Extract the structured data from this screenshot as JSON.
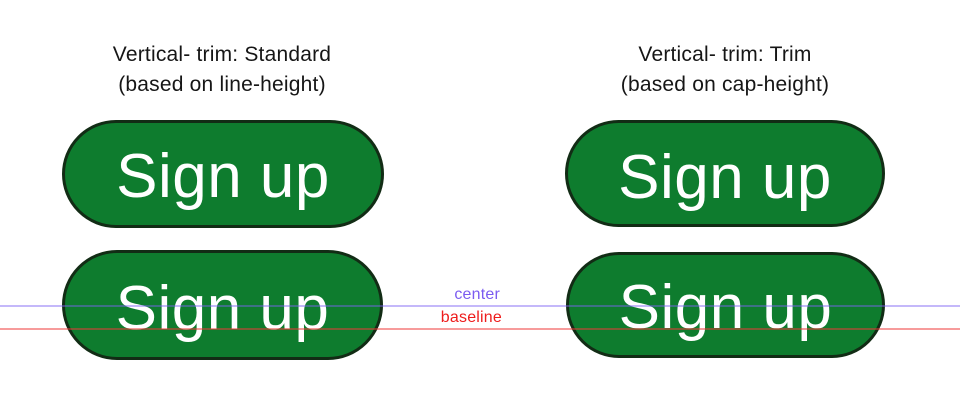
{
  "columns": {
    "left": {
      "title_line1": "Vertical- trim: Standard",
      "title_line2": "(based on line-height)"
    },
    "right": {
      "title_line1": "Vertical- trim: Trim",
      "title_line2": "(based on cap-height)"
    }
  },
  "buttons": {
    "fill": "#0e7c2e",
    "border_color": "#122c15",
    "text_color": "#ffffff",
    "standard_top": {
      "label": "Sign up"
    },
    "trim_top": {
      "label": "Sign up"
    },
    "standard_overlay": {
      "label": "Sign up"
    },
    "trim_overlay": {
      "label": "Sign up"
    }
  },
  "guides": {
    "center": {
      "label": "center",
      "label_color": "#7b5cf0",
      "line_color": "rgba(124, 98, 243, 0.45)"
    },
    "baseline": {
      "label": "baseline",
      "label_color": "#ee1c1c",
      "line_color": "rgba(240, 56, 56, 0.5)"
    }
  }
}
